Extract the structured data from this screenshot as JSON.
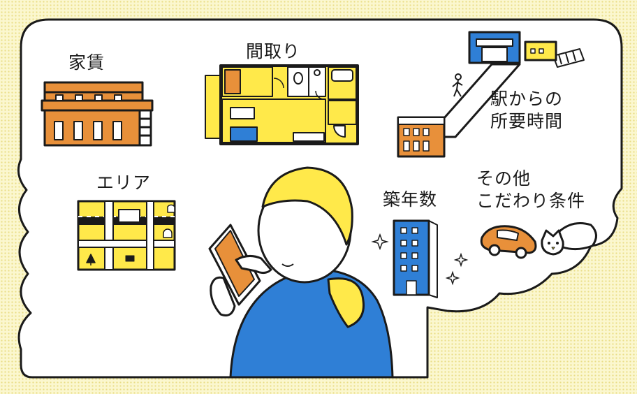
{
  "labels": {
    "rent": "家賃",
    "floor_plan": "間取り",
    "station_time_line1": "駅からの",
    "station_time_line2": "所要時間",
    "area": "エリア",
    "building_age": "築年数",
    "other_line1": "その他",
    "other_line2": "こだわり条件"
  },
  "colors": {
    "outline": "#1a1a1a",
    "yellow": "#ffe94a",
    "orange": "#e8903a",
    "blue": "#2f7fd6",
    "background": "#fbf7cf",
    "bubble": "#ffffff"
  }
}
